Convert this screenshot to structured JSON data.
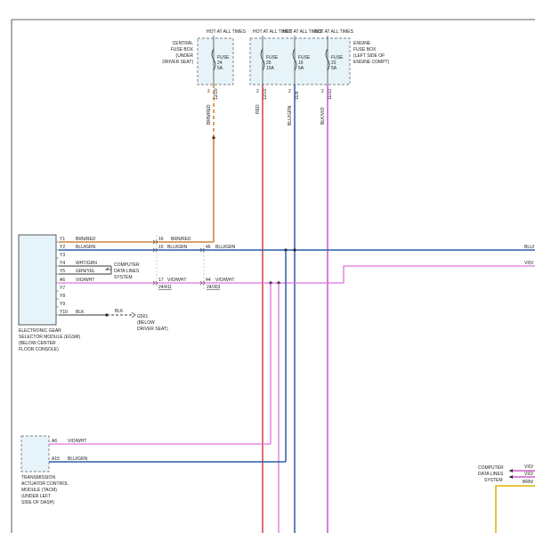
{
  "hot_at_all_times": "HOT AT ALL TIMES",
  "central_fuse_box": {
    "label_lines": [
      "CENTRAL",
      "FUSE BOX",
      "(UNDER",
      "DRIVER SEAT)"
    ],
    "fuse": {
      "name": "FUSE",
      "number": "24",
      "rating": "5A"
    }
  },
  "engine_fuse_box": {
    "label_lines": [
      "ENGINE",
      "FUSE BOX",
      "(LEFT SIDE OF",
      "ENGINE COMPT)"
    ],
    "fuses": [
      {
        "name": "FUSE",
        "number": "25",
        "rating": "15A"
      },
      {
        "name": "FUSE",
        "number": "16",
        "rating": "5A"
      },
      {
        "name": "FUSE",
        "number": "22",
        "rating": "5A"
      }
    ]
  },
  "fuse_outputs": [
    {
      "pin": "2",
      "connector": "12/20",
      "wire": "BRN/RED",
      "color": "#c26b14"
    },
    {
      "pin": "2",
      "connector": "12/22",
      "wire": "RED",
      "color": "#d0232a"
    },
    {
      "pin": "2",
      "connector": "11/8",
      "wire": "BLU/GRN",
      "color": "#2a5fa8"
    },
    {
      "pin": "2",
      "connector": "11/22",
      "wire": "BLK/VIO",
      "color": "#c23cc2"
    }
  ],
  "egsm": {
    "label_lines": [
      "ELECTRONIC GEAR",
      "SELECTOR MODULE (EGSM)",
      "(BELOW CENTER",
      "FLOOR CONSOLE)"
    ],
    "pins": [
      {
        "pin": "Y1",
        "wire": "BRN/RED"
      },
      {
        "pin": "Y2",
        "wire": "BLU/GRN"
      },
      {
        "pin": "Y3",
        "wire": ""
      },
      {
        "pin": "Y4",
        "wire": "WHT/GRN"
      },
      {
        "pin": "Y5",
        "wire": "GRN/YEL"
      },
      {
        "pin": "A6",
        "wire": "VIO/WHT"
      },
      {
        "pin": "Y7",
        "wire": ""
      },
      {
        "pin": "Y8",
        "wire": ""
      },
      {
        "pin": "Y9",
        "wire": ""
      },
      {
        "pin": "Y10",
        "wire": "BLK"
      }
    ]
  },
  "computer_data_lines": [
    "COMPUTER",
    "DATA LINES",
    "SYSTEM"
  ],
  "inline_connectors": [
    {
      "pin": "16",
      "wire": "BRN/RED"
    },
    {
      "pin": "15",
      "wire": "BLU/GRN"
    },
    {
      "pin": "46",
      "wire": "BLU/GRN"
    },
    {
      "pin": "17",
      "wire": "VIO/WHT",
      "ref": "24/411"
    },
    {
      "pin": "44",
      "wire": "VIO/WHT",
      "ref": "24/303"
    }
  ],
  "ground": {
    "wire": "BLK",
    "name": "G501",
    "label_lines": [
      "(BELOW",
      "DRIVER SEAT)"
    ]
  },
  "right_edge_labels": [
    "BLU/",
    "VIO/"
  ],
  "tacm": {
    "label_lines": [
      "TRANSMISSION",
      "ACTUATOR CONTROL",
      "MODULE (TACM)",
      "(UNDER LEFT",
      "SIDE OF DASH)"
    ],
    "pins": [
      {
        "pin": "A6",
        "wire": "VIO/WHT"
      },
      {
        "pin": "A15",
        "wire": "BLU/GRN"
      }
    ]
  },
  "bottom_right": {
    "label_lines": [
      "COMPUTER",
      "DATA LINES",
      "SYSTEM"
    ],
    "wires": [
      "VIO/",
      "VIO/",
      "BRN/"
    ]
  },
  "colors": {
    "brn_red": "#c26b14",
    "red": "#d0232a",
    "blu_grn": "#2a5fa8",
    "vio_wht": "#e070e0",
    "blk_vio": "#c23cc2",
    "module_fill": "#e6f4fa",
    "yellow": "#e0b000"
  }
}
